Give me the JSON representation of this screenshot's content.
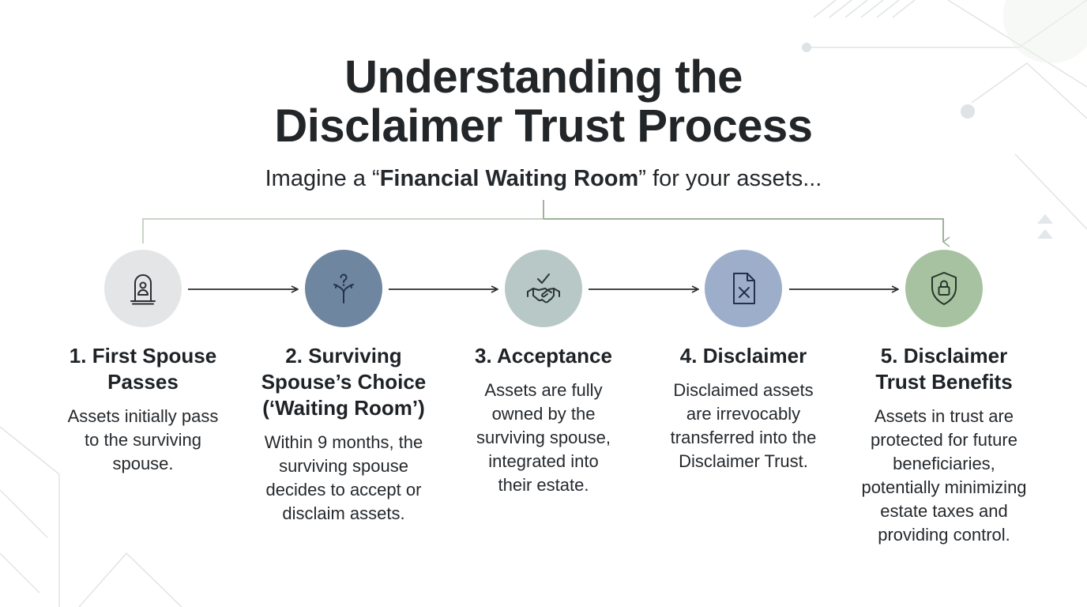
{
  "title": {
    "line1": "Understanding the",
    "line2": "Disclaimer Trust Process"
  },
  "subtitle": {
    "prefix": "Imagine a “",
    "emphasis": "Financial Waiting Room",
    "suffix": "” for your assets..."
  },
  "colors": {
    "step1": "#e3e5e7",
    "step2": "#6f86a1",
    "step3": "#b7c8c7",
    "step4": "#9daecb",
    "step5": "#a7c2a0",
    "line": "#a9bca7",
    "arrow": "#2a2d30"
  },
  "steps": [
    {
      "icon": "tombstone-person-icon",
      "title_line1": "1. First Spouse",
      "title_line2": "Passes",
      "desc": [
        "Assets initially pass",
        "to the surviving",
        "spouse."
      ]
    },
    {
      "icon": "fork-question-icon",
      "title_line1": "2. Surviving",
      "title_line2": "Spouse’s Choice",
      "title_line3": "(‘Waiting Room’)",
      "desc": [
        "Within 9 months, the",
        "surviving spouse",
        "decides to accept or",
        "disclaim assets."
      ]
    },
    {
      "icon": "handshake-check-icon",
      "title_line1": "3. Acceptance",
      "desc": [
        "Assets are fully",
        "owned by the",
        "surviving spouse,",
        "integrated into",
        "their estate."
      ]
    },
    {
      "icon": "document-x-icon",
      "title_line1": "4. Disclaimer",
      "desc": [
        "Disclaimed assets",
        "are irrevocably",
        "transferred into the",
        "Disclaimer Trust."
      ]
    },
    {
      "icon": "shield-lock-icon",
      "title_line1": "5. Disclaimer",
      "title_line2": "Trust Benefits",
      "desc": [
        "Assets in trust are",
        "protected for future",
        "beneficiaries,",
        "potentially minimizing",
        "estate taxes and",
        "providing control."
      ]
    }
  ]
}
